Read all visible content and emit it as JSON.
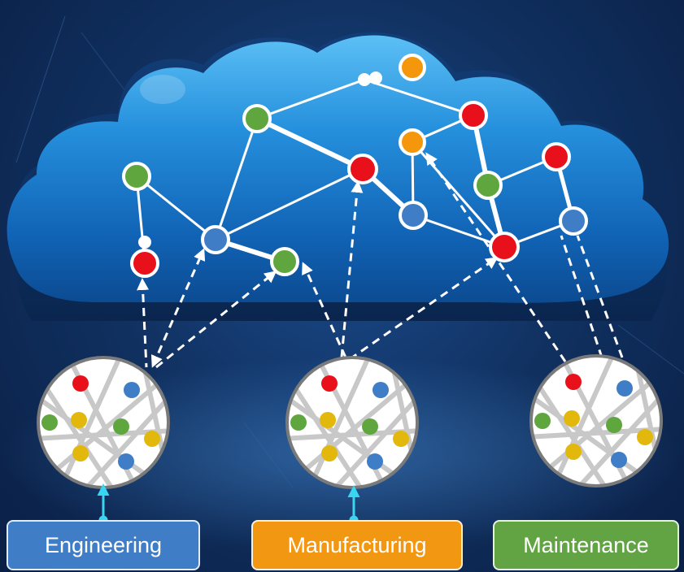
{
  "departments": [
    {
      "label": "Engineering",
      "color": "#3f7ec6"
    },
    {
      "label": "Manufacturing",
      "color": "#f29712"
    },
    {
      "label": "Maintenance",
      "color": "#62a443"
    }
  ],
  "node_colors": {
    "red": "#e8101a",
    "green": "#5fa63f",
    "orange": "#f5970c",
    "blue": "#3f7ec6",
    "yellow": "#e2b80c"
  },
  "cloud_color": "#1f8ad8",
  "link_color": "#ffffff"
}
